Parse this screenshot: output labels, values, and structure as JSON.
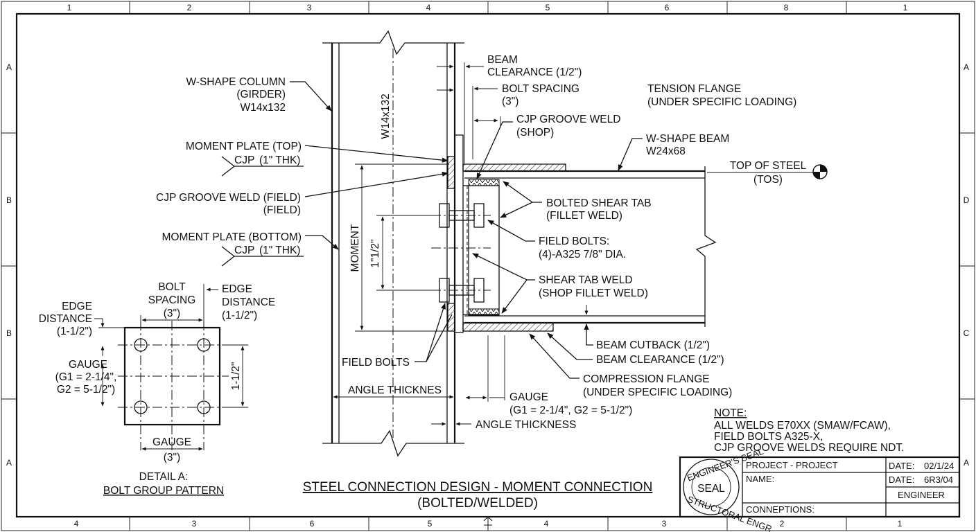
{
  "grid": {
    "top": [
      "1",
      "2",
      "3",
      "4",
      "5",
      "6",
      "8",
      "1"
    ],
    "bottom": [
      "4",
      "3",
      "6",
      "5",
      "4",
      "3",
      "2",
      "1"
    ],
    "left": [
      "A",
      "B",
      "B",
      "A"
    ],
    "right": [
      "A",
      "D",
      "C",
      "A"
    ]
  },
  "column": {
    "label": [
      "W-SHAPE COLUMN",
      "(GIRDER)",
      "W14x132"
    ],
    "vertical_label": "W14x132"
  },
  "moment_plate_top": {
    "label": "MOMENT PLATE (TOP)",
    "weld": "CJP",
    "thk": "(1\" THK)"
  },
  "cjp_field": {
    "label": "CJP GROOVE WELD (FIELD)",
    "sub": "(FIELD)"
  },
  "moment_plate_bottom": {
    "label": "MOMENT PLATE (BOTTOM)",
    "weld": "CJP",
    "thk": "(1\" THK)"
  },
  "beam_clearance_top": [
    "BEAM",
    "CLEARANCE (1/2\")"
  ],
  "bolt_spacing": [
    "BOLT SPACING",
    "(3\")"
  ],
  "cjp_shop": [
    "CJP GROOVE WELD",
    "(SHOP)"
  ],
  "tension_flange": [
    "TENSION FLANGE",
    "(UNDER SPECIFIC LOADING)"
  ],
  "beam": {
    "label": [
      "W-SHAPE BEAM",
      "W24x68"
    ]
  },
  "tos": [
    "TOP OF STEEL",
    "(TOS)"
  ],
  "shear_tab": [
    "BOLTED SHEAR TAB",
    "(FILLET WELD)"
  ],
  "field_bolts": [
    "FIELD BOLTS:",
    "(4)-A325  7/8\" DIA."
  ],
  "shear_tab_weld": [
    "SHEAR TAB WELD",
    "(SHOP FILLET WELD)"
  ],
  "moment_dim": "MOMENT",
  "dim_1half": "1\"1/2\"",
  "field_bolts_short": "FIELD BOLTS",
  "angle_thicknes": "ANGLE THICKNES",
  "angle_thickness": "ANGLE THICKNESS",
  "beam_cutback": "BEAM CUTBACK (1/2\")",
  "beam_clearance_bottom": "BEAM CLEARANCE (1/2\")",
  "compression_flange": [
    "COMPRESSION FLANGE",
    "(UNDER SPECIFIC LOADING)"
  ],
  "gauge_main": [
    "GAUGE",
    "(G1 = 2-1/4\", G2 = 5-1/2\")"
  ],
  "note": {
    "title": "NOTE:",
    "lines": [
      "ALL WELDS E70XX (SMAW/FCAW),",
      "FIELD BOLTS A325-X,",
      "CJP GROOVE WELDS REQUIRE NDT."
    ]
  },
  "detail": {
    "bolt_spacing": [
      "BOLT",
      "SPACING",
      "(3\")"
    ],
    "edge_left": [
      "EDGE",
      "DISTANCE",
      "(1-1/2\")"
    ],
    "edge_right": [
      "EDGE",
      "DISTANCE",
      "(1-1/2\")"
    ],
    "gauge_left": [
      "GAUGE",
      "(G1 = 2-1/4\",",
      "G2 = 5-1/2\")"
    ],
    "vertical_dim": "1-1/2\"",
    "gauge_bottom": [
      "GAUGE",
      "(3\")"
    ],
    "title": [
      "DETAIL A:",
      "BOLT GROUP PATTERN"
    ]
  },
  "sheet_title": [
    "STEEL CONNECTION DESIGN - MOMENT CONNECTION",
    "(BOLTED/WELDED)"
  ],
  "title_block": {
    "seal_top": "ENGINEER'S SEAL",
    "seal_center": "SEAL",
    "seal_bottom": "STRUCTORAL ENGR",
    "project": "PROJECT - PROJECT",
    "name": "NAME:",
    "connections": "CONNEPTIONS:",
    "date_label": "DATE:",
    "date1": "02/1/24",
    "date2": "6R3/04",
    "engineer": "ENGINEER"
  }
}
